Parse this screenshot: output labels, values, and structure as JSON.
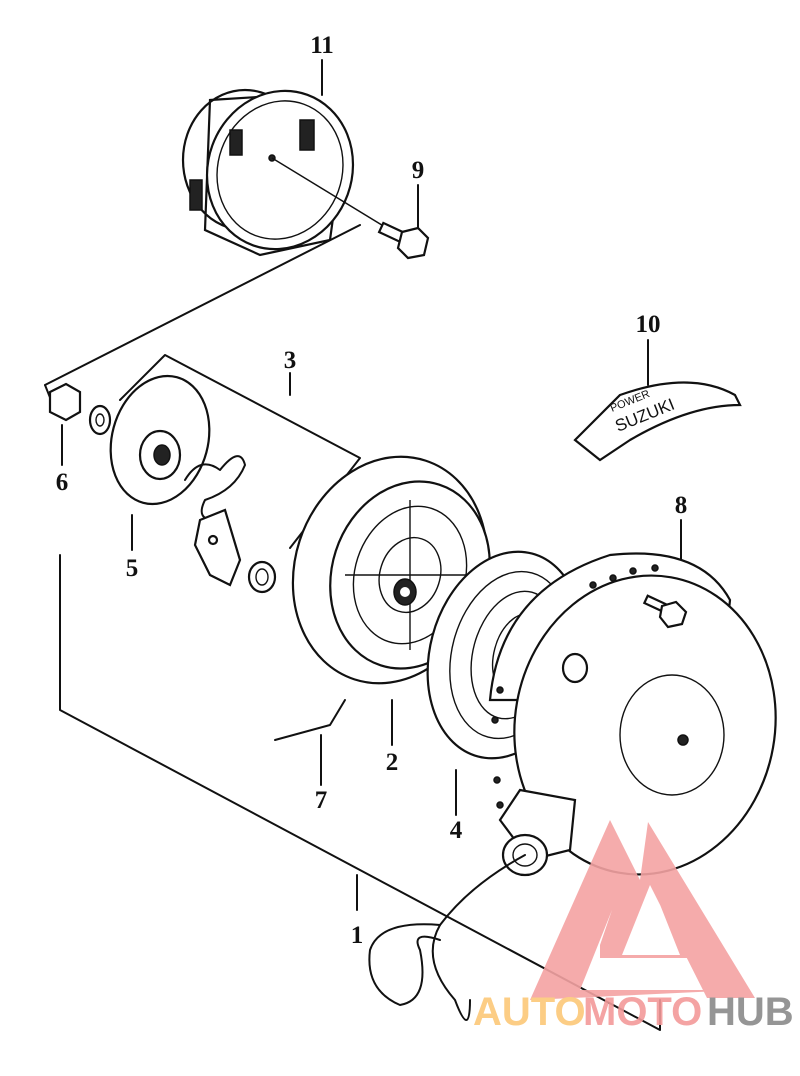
{
  "diagram": {
    "labels": {
      "p1": "1",
      "p2": "2",
      "p3": "3",
      "p4": "4",
      "p5": "5",
      "p6": "6",
      "p7": "7",
      "p8": "8",
      "p9": "9",
      "p10": "10",
      "p11": "11"
    },
    "decal_text": {
      "brand": "SUZUKI",
      "small": "POWER"
    }
  },
  "watermark": {
    "part1": "AUTO",
    "part2": "MOTO",
    "part3": "HUB",
    "colors": {
      "auto": "#fcc878",
      "moto": "#f39a9a",
      "hub": "#8a8a8a",
      "triangle": "#f4a3a3"
    }
  }
}
